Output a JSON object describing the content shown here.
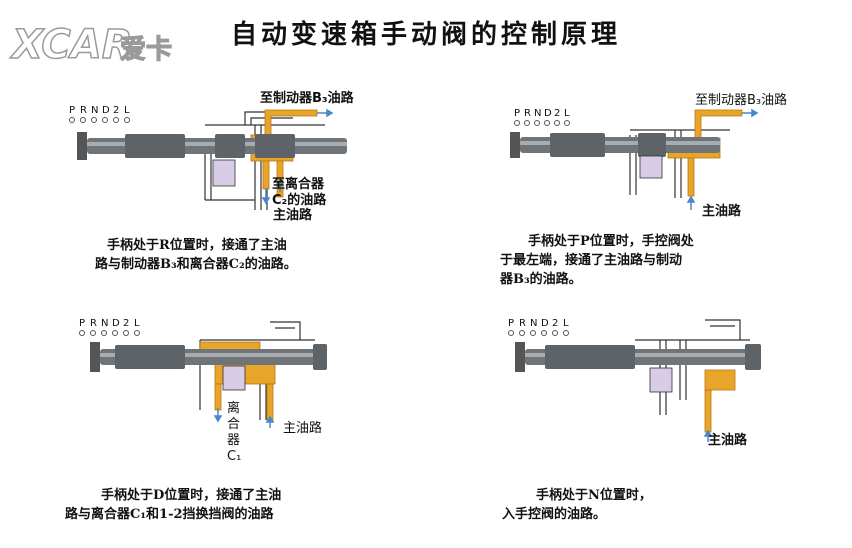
{
  "title": "自动变速箱手动阀的控制原理",
  "logo": {
    "text": "XCAR",
    "subtext": "爱卡"
  },
  "gear_positions": [
    "P",
    "R",
    "N",
    "D",
    "2",
    "L"
  ],
  "colors": {
    "oil": "#E8A52A",
    "oil_dark": "#B77612",
    "shaft": "#6f7478",
    "lavender": "#D8CCE6",
    "arrow": "#4A86C8"
  },
  "panels": [
    {
      "labels": {
        "brake": "至制动器B₃油路",
        "clutch_line1": "至离合器",
        "clutch_line2": "C₂的油路",
        "main": "主油路"
      },
      "caption": [
        "手柄处于R位置时，接通了主油",
        "路与制动器B₃和离合器C₂的油路。"
      ]
    },
    {
      "labels": {
        "brake": "至制动器B₃油路",
        "main": "主油路"
      },
      "caption": [
        "手柄处于P位置时，手控阀处",
        "于最左端，接通了主油路与制动",
        "器B₃的油路。"
      ]
    },
    {
      "labels": {
        "clutch_chars": [
          "离",
          "合",
          "器"
        ],
        "clutch_sub": "C₁",
        "main": "主油路"
      },
      "caption": [
        "手柄处于D位置时，接通了主油",
        "路与离合器C₁和1-2挡换挡阀的油路"
      ]
    },
    {
      "labels": {
        "main": "主油路"
      },
      "caption": [
        "手柄处于N位置时，",
        "入手控阀的油路。"
      ]
    }
  ]
}
